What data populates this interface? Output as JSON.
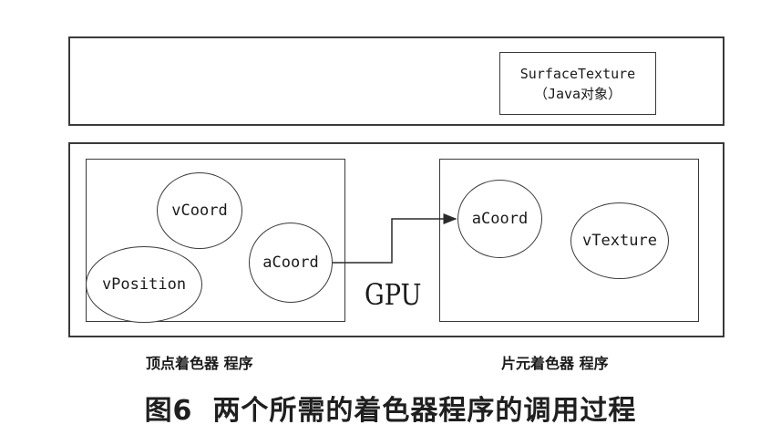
{
  "surface_texture": {
    "line1": "SurfaceTexture",
    "line2": "（Java对象）"
  },
  "gpu_label": "GPU",
  "vertex_shader": {
    "ellipses": {
      "vcoord": "vCoord",
      "vposition": "vPosition",
      "acoord": "aCoord"
    },
    "label": "顶点着色器 程序"
  },
  "fragment_shader": {
    "ellipses": {
      "acoord": "aCoord",
      "vtexture": "vTexture"
    },
    "label": "片元着色器 程序"
  },
  "caption": {
    "figure_number": "图6",
    "text": "两个所需的着色器程序的调用过程"
  }
}
